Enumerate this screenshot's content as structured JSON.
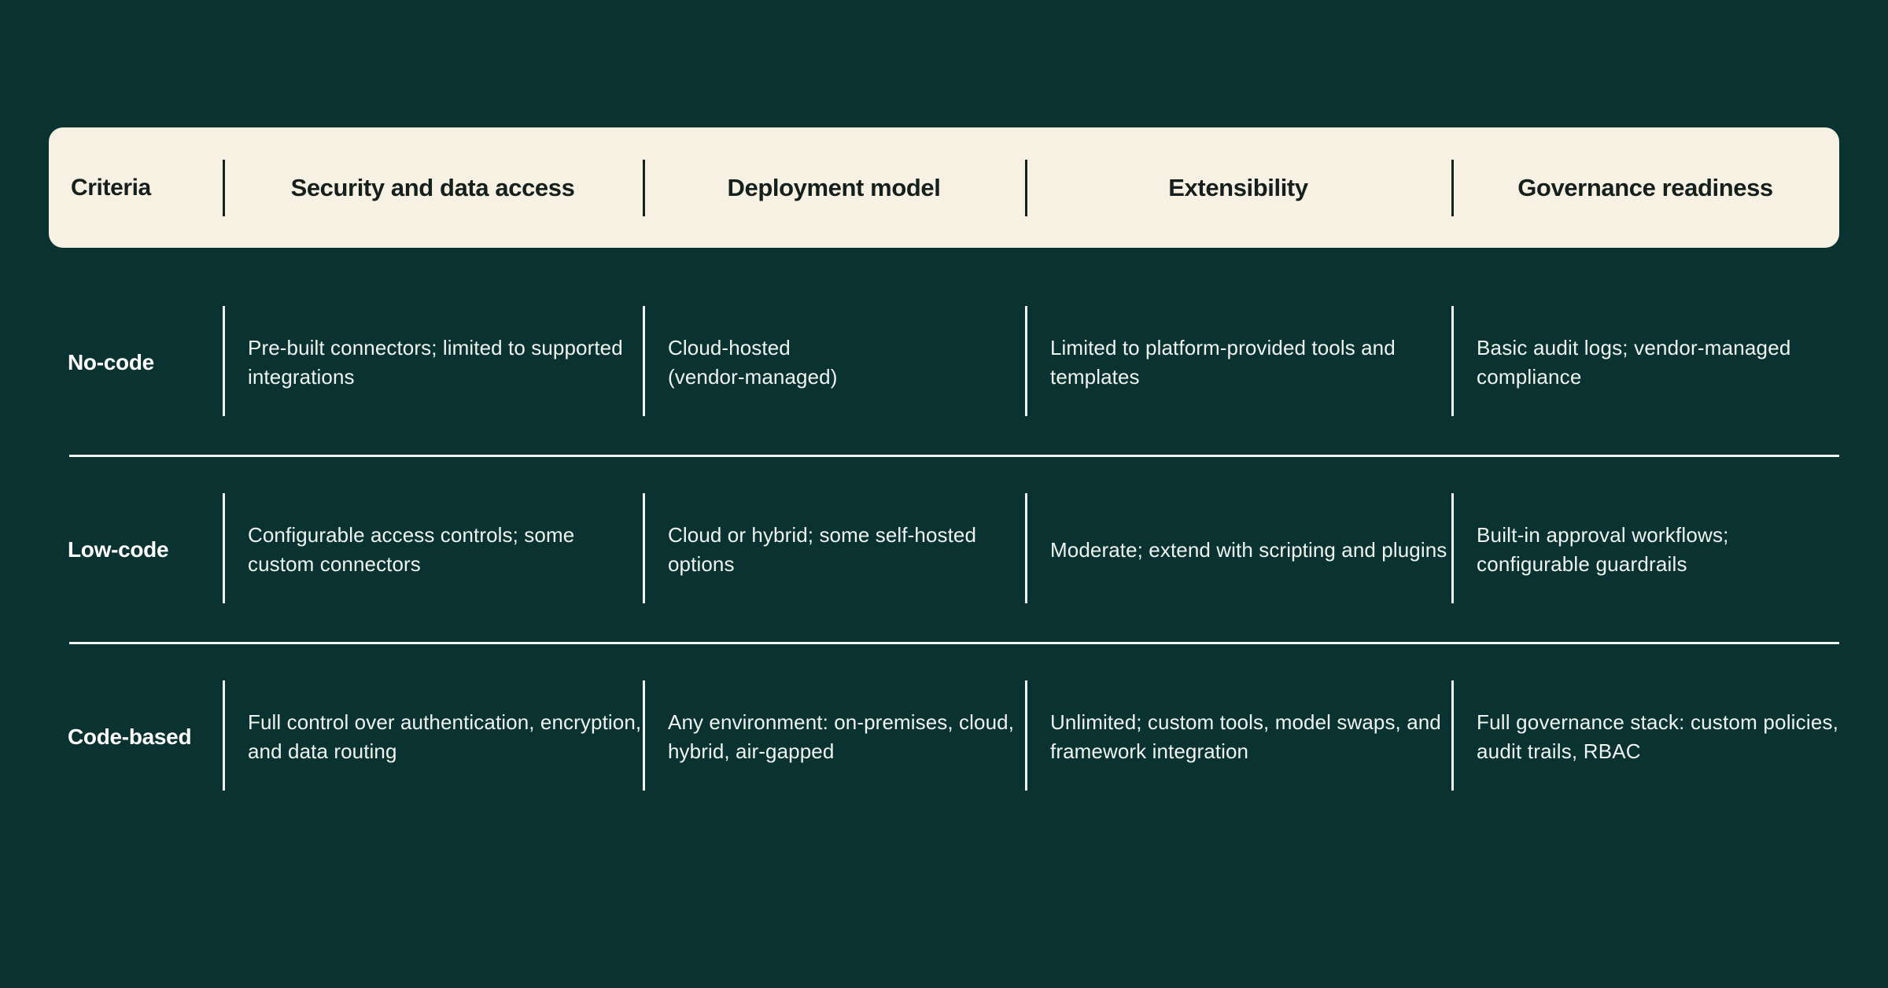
{
  "theme": {
    "background": "#093230",
    "card_background": "#F6F1E3",
    "header_text": "#15201D",
    "body_text": "#EFF4EF",
    "divider_light": "#F2F6F2",
    "divider_dark": "#15231F"
  },
  "table": {
    "columns": [
      {
        "key": "criteria",
        "label": "Criteria"
      },
      {
        "key": "security",
        "label": "Security and data access"
      },
      {
        "key": "deployment",
        "label": "Deployment model"
      },
      {
        "key": "extensibility",
        "label": "Extensibility"
      },
      {
        "key": "governance",
        "label": "Governance readiness"
      }
    ],
    "rows": [
      {
        "label": "No-code",
        "security": "Pre-built connectors; limited to supported integrations",
        "deployment": " Cloud-hosted\n(vendor-managed)",
        "extensibility": "Limited to platform-provided tools and templates",
        "governance": "Basic audit logs; vendor-managed compliance"
      },
      {
        "label": "Low-code",
        "security": "Configurable access controls; some custom connectors",
        "deployment": "Cloud or hybrid; some self-hosted options",
        "extensibility": "Moderate; extend with scripting and plugins",
        "governance": "Built-in approval workflows; configurable guardrails"
      },
      {
        "label": "Code-based",
        "security": "Full control over authentication, encryption, and data routing",
        "deployment": "Any environment: on-premises, cloud, hybrid, air-gapped",
        "extensibility": "Unlimited; custom tools, model swaps, and framework integration",
        "governance": "Full governance stack: custom policies, audit trails, RBAC"
      }
    ]
  }
}
